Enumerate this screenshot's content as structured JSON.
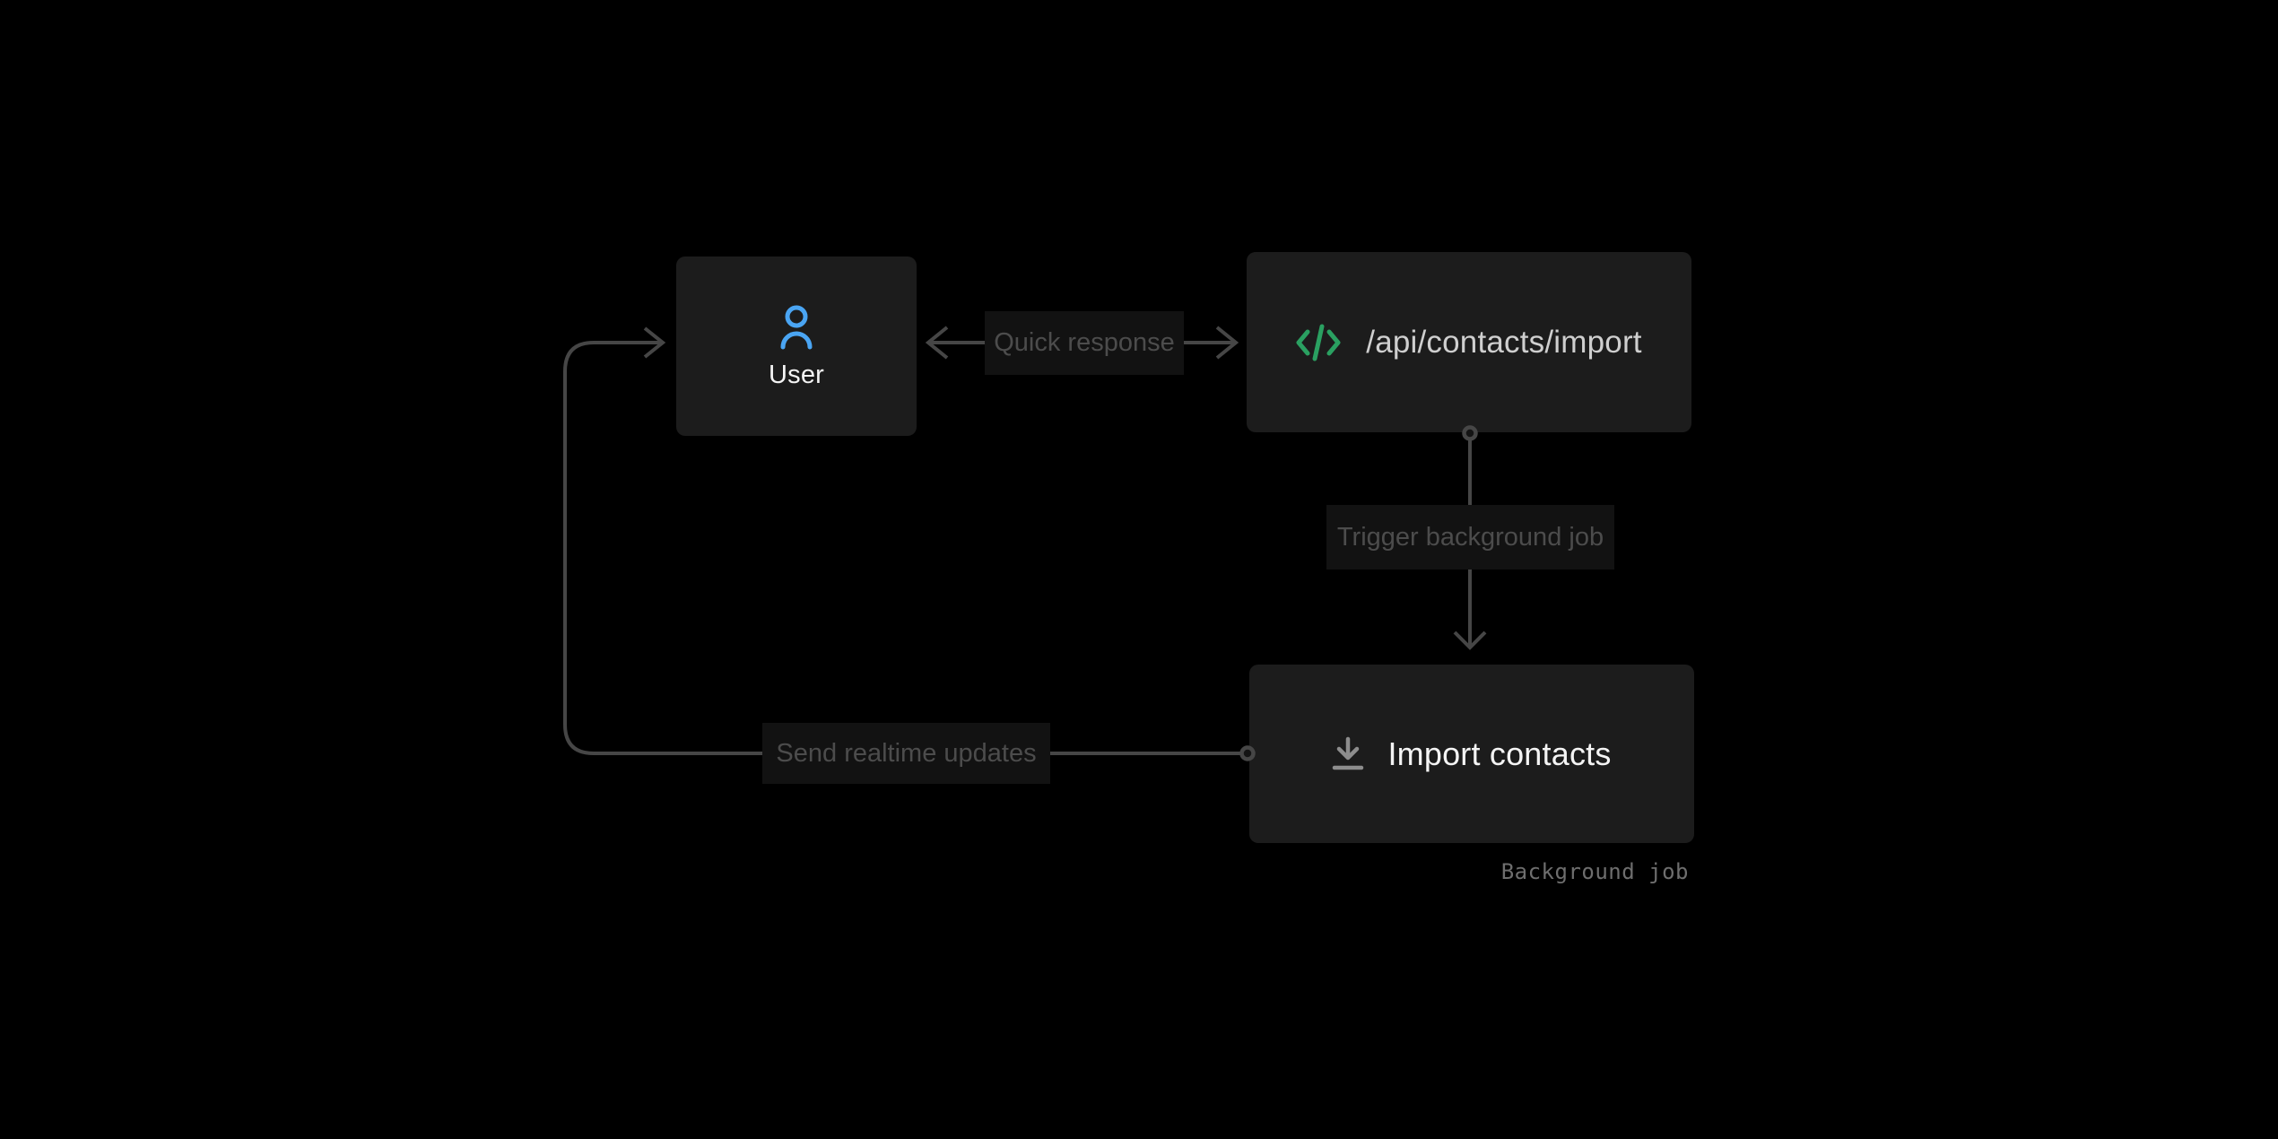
{
  "diagram": {
    "nodes": {
      "user": {
        "label": "User",
        "icon": "user-icon"
      },
      "api": {
        "label": "/api/contacts/import",
        "icon": "code-icon"
      },
      "import": {
        "label": "Import contacts",
        "icon": "download-icon",
        "caption": "Background job"
      }
    },
    "edges": {
      "quick_response": {
        "label": "Quick response",
        "from": "api",
        "to": "user",
        "style": "double-headed-arrow"
      },
      "trigger": {
        "label": "Trigger background job",
        "from": "api",
        "to": "import",
        "style": "arrow-down"
      },
      "send": {
        "label": "Send realtime updates",
        "from": "import",
        "to": "user",
        "style": "loop-arrow"
      }
    }
  },
  "colors": {
    "bg": "#000000",
    "node_bg": "#1c1c1c",
    "label_bg": "#121212",
    "label_text": "#4c4c4c",
    "caption_text": "#6e6e6e",
    "text_bright": "#f4f4f4",
    "text_light": "#cfcfcf",
    "line": "#464646",
    "ring_fill": "#141414",
    "accent_blue": "#4aa5f3",
    "accent_green": "#2aa061",
    "icon_gray": "#8d8d8d"
  }
}
